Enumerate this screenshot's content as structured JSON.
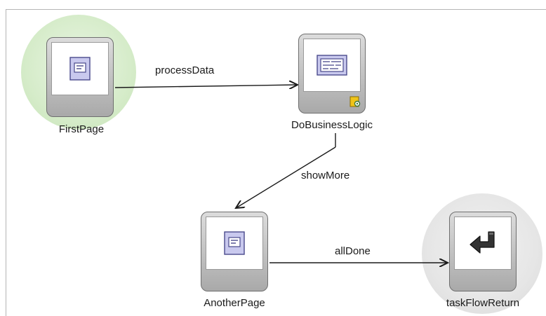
{
  "nodes": {
    "first_page": {
      "label": "FirstPage",
      "icon": "page-icon",
      "start_halo_color": "#d6ecca"
    },
    "do_business_logic": {
      "label": "DoBusinessLogic",
      "icon": "method-call-icon",
      "badge": "gear-badge-icon"
    },
    "another_page": {
      "label": "AnotherPage",
      "icon": "page-icon"
    },
    "task_flow_return": {
      "label": "taskFlowReturn",
      "icon": "return-arrow-icon",
      "end_halo_color": "#e6e6e6"
    }
  },
  "edges": {
    "process_data": {
      "label": "processData"
    },
    "show_more": {
      "label": "showMore"
    },
    "all_done": {
      "label": "allDone"
    }
  },
  "colors": {
    "icon_fill": "#c9c9ee",
    "icon_stroke": "#4a4a8c",
    "badge_fill": "#f0c419"
  }
}
